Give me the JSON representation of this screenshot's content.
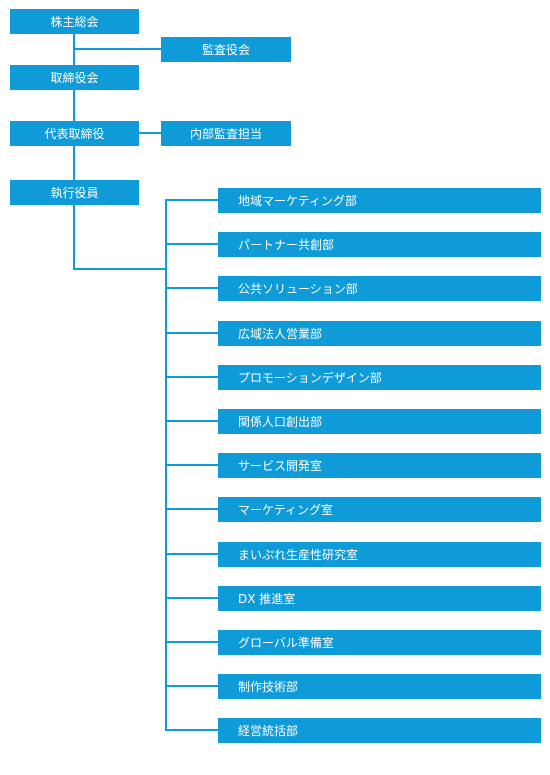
{
  "colors": {
    "box": "#0f9ad8",
    "text": "#ffffff",
    "line": "#0f9ad8"
  },
  "top": {
    "shareholders": "株主総会",
    "auditors": "監査役会",
    "board": "取締役会",
    "representative_director": "代表取締役",
    "internal_audit": "内部監査担当",
    "executive_officers": "執行役員"
  },
  "departments": [
    "地域マーケティング部",
    "パートナー共創部",
    "公共ソリューション部",
    "広域法人営業部",
    "プロモーションデザイン部",
    "関係人口創出部",
    "サービス開発室",
    "マーケティング室",
    "まいぷれ生産性研究室",
    "DX 推進室",
    "グローバル準備室",
    "制作技術部",
    "経営統括部"
  ]
}
